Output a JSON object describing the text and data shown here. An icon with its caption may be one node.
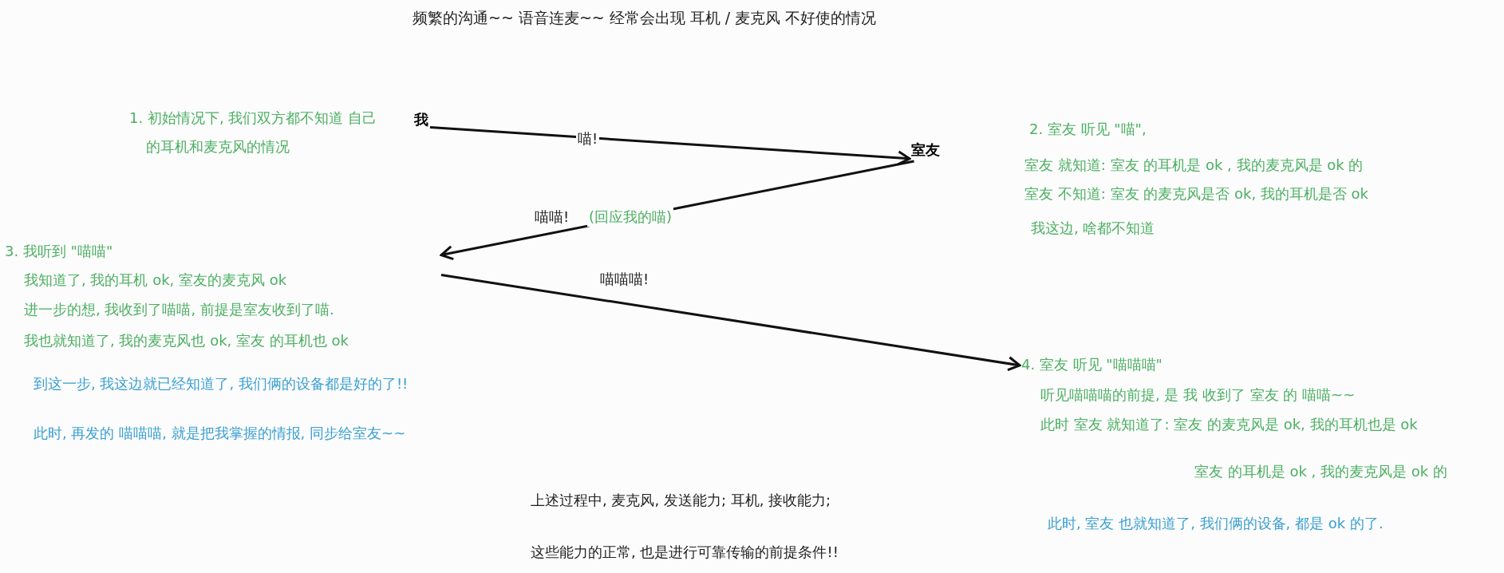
{
  "diagram": {
    "title": "频繁的沟通~~ 语音连麦~~ 经常会出现 耳机 / 麦克风 不好使的情况",
    "nodes": [
      {
        "text": [
          "我"
        ]
      },
      {
        "text": [
          "室友"
        ]
      },
      {
        "text": [
          "3. 我听到 \"喵喵\"",
          "我知道了, 我的耳机 ok, 室友的麦克风 ok",
          "进一步的想, 我收到了喵喵, 前提是室友收到了喵.",
          "我也就知道了, 我的麦克风也 ok, 室友 的耳机也 ok"
        ]
      },
      {
        "text": [
          "4. 室友 听见 \"喵喵喵\"",
          "听见喵喵喵的前提, 是 我 收到了 室友 的 喵喵~~",
          "此时 室友 就知道了: 室友 的麦克风是 ok, 我的耳机也是 ok",
          "室友 的耳机是 ok , 我的麦克风是 ok 的"
        ]
      }
    ],
    "edges": [
      {
        "from": 0,
        "to": 1,
        "arrow": "to",
        "label": "喵!"
      },
      {
        "from": 1,
        "to": 2,
        "arrow": "to",
        "label": "喵喵!"
      },
      {
        "from": 2,
        "to": 3,
        "arrow": "to",
        "label": "喵喵喵!"
      }
    ],
    "labels": [
      "1. 初始情况下, 我们双方都不知道 自己的耳机和麦克风的情况",
      "2. 室友 听见 \"喵\",",
      "室友 就知道: 室友 的耳机是 ok , 我的麦克风是 ok 的",
      "室友 不知道: 室友 的麦克风是否 ok, 我的耳机是否 ok",
      "我这边, 啥都不知道",
      "(回应我的喵)",
      "到这一步, 我这边就已经知道了, 我们俩的设备都是好的了!!",
      "此时, 再发的 喵喵喵, 就是把我掌握的情报, 同步给室友~~",
      "此时, 室友 也就知道了, 我们俩的设备, 都是 ok 的了.",
      "上述过程中, 麦克风, 发送能力; 耳机, 接收能力;",
      "这些能力的正常, 也是进行可靠传输的前提条件!!"
    ]
  }
}
